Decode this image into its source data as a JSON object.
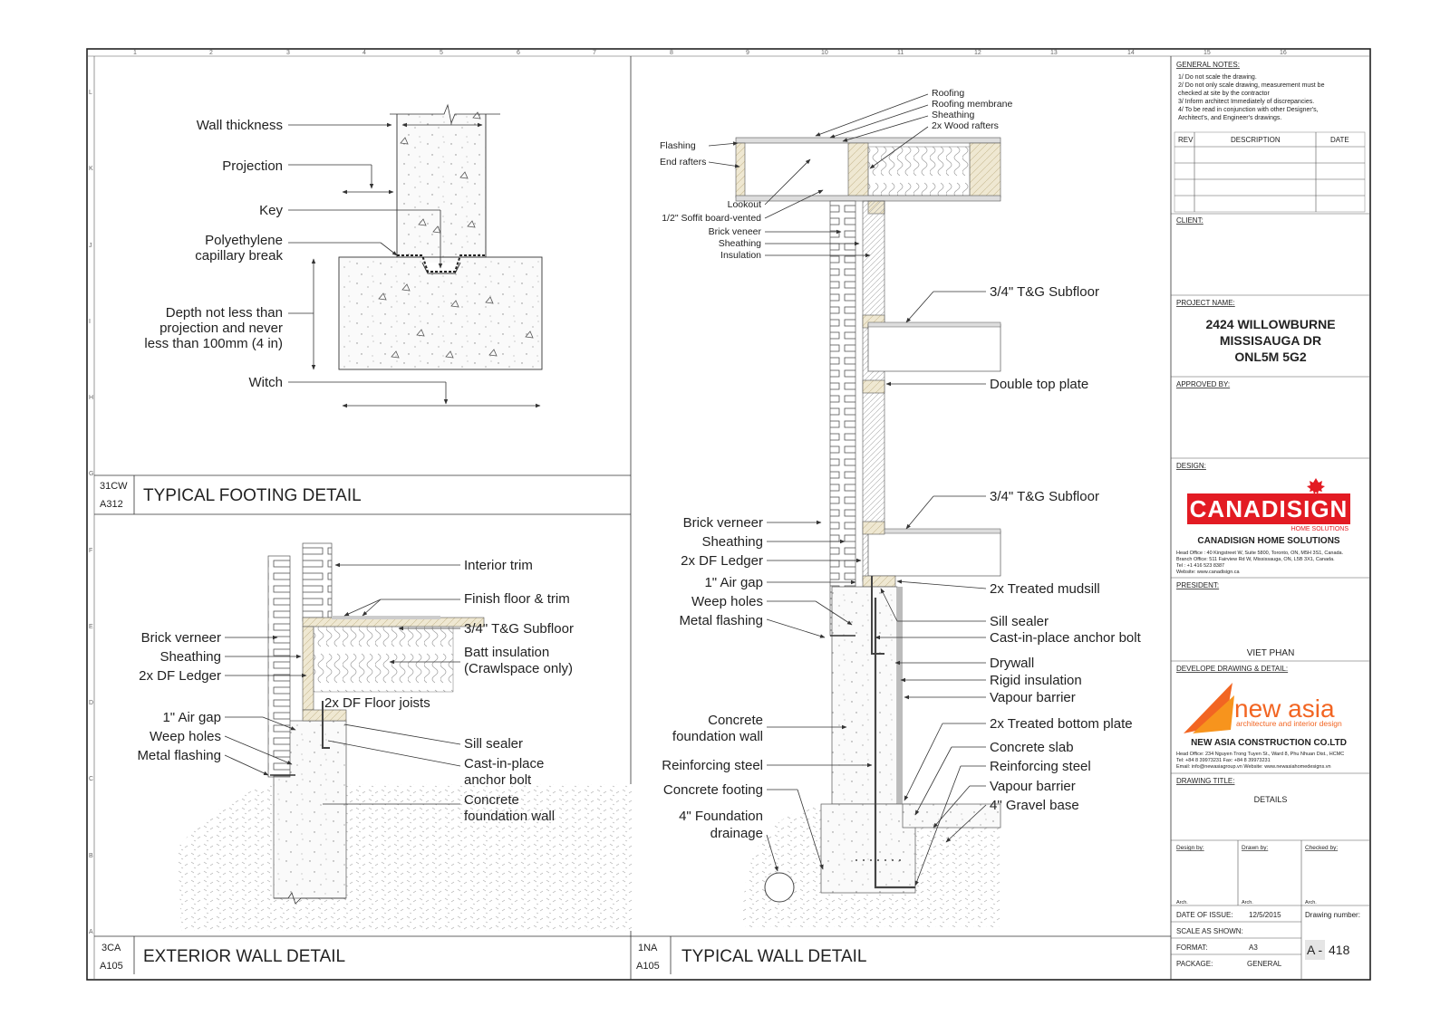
{
  "grid": {
    "cols": [
      "1",
      "2",
      "3",
      "4",
      "5",
      "6",
      "7",
      "8",
      "9",
      "10",
      "11",
      "12",
      "13",
      "14",
      "15",
      "16"
    ],
    "rows": [
      "L",
      "K",
      "J",
      "I",
      "H",
      "G",
      "F",
      "E",
      "D",
      "C",
      "B",
      "A"
    ]
  },
  "footing": {
    "labels": {
      "wall_thickness": "Wall thickness",
      "projection": "Projection",
      "key": "Key",
      "poly1": "Polyethylene",
      "poly2": "capillary break",
      "depth1": "Depth not less than",
      "depth2": "projection and never",
      "depth3": "less than 100mm (4 in)",
      "witch": "Witch"
    },
    "ref_top": "31CW",
    "ref_bottom": "A312",
    "title": "TYPICAL FOOTING DETAIL"
  },
  "exterior": {
    "left": {
      "brick": "Brick verneer",
      "sheathing": "Sheathing",
      "ledger": "2x DF Ledger",
      "airgap": "1\" Air gap",
      "weep": "Weep holes",
      "flashing": "Metal flashing"
    },
    "right": {
      "trim": "Interior trim",
      "finish": "Finish floor & trim",
      "subfloor": "3/4\" T&G Subfloor",
      "batt1": "Batt insulation",
      "batt2": "(Crawlspace only)",
      "joists": "2x DF Floor joists",
      "sill": "Sill sealer",
      "anchor1": "Cast-in-place",
      "anchor2": "anchor bolt",
      "found1": "Concrete",
      "found2": "foundation wall"
    },
    "ref_top": "3CA",
    "ref_bottom": "A105",
    "title": "EXTERIOR WALL DETAIL"
  },
  "typical": {
    "roof": {
      "roofing": "Roofing",
      "membrane": "Roofing membrane",
      "sheathing": "Sheathing",
      "rafters": "2x Wood rafters",
      "flashing": "Flashing",
      "end_rafters": "End rafters",
      "lookout": "Lookout",
      "soffit": "1/2\" Soffit board-vented",
      "brick": "Brick veneer",
      "sheathing2": "Sheathing",
      "insulation": "Insulation"
    },
    "right": {
      "subfloor1": "3/4\" T&G Subfloor",
      "top_plate": "Double top plate",
      "subfloor2": "3/4\" T&G Subfloor",
      "mudsill": "2x Treated mudsill",
      "sill_sealer": "Sill sealer",
      "anchor": "Cast-in-place anchor bolt",
      "drywall": "Drywall",
      "rigid": "Rigid insulation",
      "vapour1": "Vapour barrier",
      "bottom_plate": "2x Treated bottom plate",
      "slab": "Concrete slab",
      "steel": "Reinforcing steel",
      "vapour2": "Vapour barrier",
      "gravel": "4\" Gravel base"
    },
    "left": {
      "brick": "Brick verneer",
      "sheathing": "Sheathing",
      "ledger": "2x DF Ledger",
      "airgap": "1\" Air gap",
      "weep": "Weep holes",
      "flashing": "Metal flashing",
      "found1": "Concrete",
      "found2": "foundation wall",
      "steel": "Reinforcing steel",
      "footing": "Concrete footing",
      "drain1": "4\" Foundation",
      "drain2": "drainage"
    },
    "ref_top": "1NA",
    "ref_bottom": "A105",
    "title": "TYPICAL WALL DETAIL"
  },
  "titleblock": {
    "general_notes_head": "GENERAL NOTES:",
    "notes": [
      "1/ Do not scale the drawing.",
      "2/ Do not only scale drawing, measurement must be",
      "checked at site by the contractor",
      "3/ Inform architect Immediately of discrepancies.",
      "4/ To be read in conjunction with other Designer's,",
      "Architect's, and Engineer's drawings."
    ],
    "rev": "REV",
    "description": "DESCRIPTION",
    "date": "DATE",
    "client_head": "CLIENT:",
    "project_head": "PROJECT NAME:",
    "project_lines": [
      "2424 WILLOWBURNE",
      "MISSISAUGA DR",
      "ONL5M 5G2"
    ],
    "approved_head": "APPROVED BY:",
    "design_head": "DESIGN:",
    "canadisign_logo": "CANADISIGN",
    "canadisign_tag": "HOME SOLUTIONS",
    "canadisign_name": "CANADISIGN HOME SOLUTIONS",
    "canadisign_info": [
      "Head Office : 40 Kingstreet W, Suite 5800, Toronto, ON, M5H 3S1, Canada.",
      "Branch Office: 511 Fairview Rd W, Mississauga, ON, L5B 3X1, Canada.",
      "Tel     : +1 416 523 8387",
      "Website: www.canadisign.ca"
    ],
    "president_head": "PRESIDENT:",
    "president_name": "VIET PHAN",
    "develop_head": "DEVELOPE DRAWING & DETAIL:",
    "newasia_logo": "new asia",
    "newasia_tag": "architecture and interior design",
    "newasia_name": "NEW ASIA CONSTRUCTION CO.LTD",
    "newasia_info": [
      "Head Office: 234 Nguyen Trong Tuyen St., Ward 8, Phu Nhuan Dist., HCMC",
      "Tel: +84 8 39973231                   Fax: +84 8 39973231",
      "Email: info@newasiagroup.vn           Website: www.newasiahomedesigns.vn"
    ],
    "drawing_title_head": "DRAWING TITLE:",
    "drawing_title": "DETAILS",
    "design_by": "Design by:",
    "drawn_by": "Drawn by:",
    "checked_by": "Checked by:",
    "arch": "Arch.",
    "date_issue_label": "DATE OF ISSUE:",
    "date_issue": "12/5/2015",
    "drawing_number_label": "Drawing number:",
    "scale_label": "SCALE AS SHOWN:",
    "format_label": "FORMAT:",
    "format": "A3",
    "package_label": "PACKAGE:",
    "package": "GENERAL",
    "drawing_number_prefix": "A -",
    "drawing_number": "418"
  },
  "colors": {
    "canadisign_red": "#e31b23",
    "newasia_orange": "#f26522"
  }
}
